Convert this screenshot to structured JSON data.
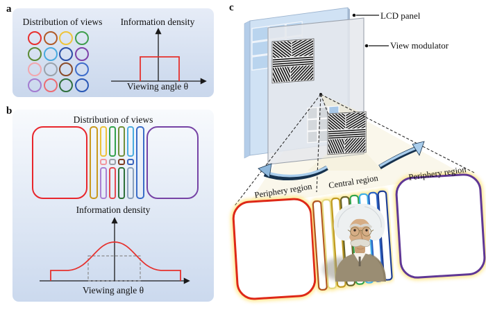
{
  "figure": {
    "panel_a": {
      "label": "a",
      "views_title": "Distribution of views",
      "density_title": "Information density",
      "x_axis_label": "Viewing angle θ",
      "density_profile": "uniform flat-top",
      "curve_color": "#e6302c",
      "view_circle_colors": [
        [
          "#e8302e",
          "#b05a28",
          "#eec43a",
          "#3f9e4d"
        ],
        [
          "#5a8a34",
          "#49aadf",
          "#2b4fa5",
          "#7e41a8"
        ],
        [
          "#f2a7ae",
          "#9aa2ab",
          "#8a4a28",
          "#3f6dcb"
        ],
        [
          "#a37cd0",
          "#ec6b72",
          "#2f6f3c",
          "#2a58b5"
        ]
      ]
    },
    "panel_b": {
      "label": "b",
      "views_title": "Distribution of views",
      "density_title": "Information density",
      "x_axis_label": "Viewing angle θ",
      "density_profile": "foveated peak at center",
      "curve_color": "#e6302c",
      "periphery_left_color": "#e8262c",
      "periphery_right_color": "#7643a5",
      "view_bars": [
        {
          "type": "full",
          "color": "#c8991e"
        },
        {
          "type": "split",
          "top": "#ecc238",
          "mid": "#f2969e",
          "bottom": "#a980d2"
        },
        {
          "type": "split",
          "top": "#33a14b",
          "mid": "#9aa0a8",
          "bottom": "#e4484e"
        },
        {
          "type": "split",
          "top": "#6f8f3a",
          "mid": "#7e3b1f",
          "bottom": "#2c7039"
        },
        {
          "type": "split",
          "top": "#4aabdf",
          "mid": "#3a63bc",
          "bottom": "#8aa0bc"
        },
        {
          "type": "full",
          "color": "#3a6cc8"
        }
      ]
    },
    "panel_c": {
      "label": "c",
      "lcd_label": "LCD panel",
      "modulator_label": "View modulator",
      "region_labels": [
        "Periphery region",
        "Central region",
        "Periphery region"
      ],
      "periphery_left_color": "#de2817",
      "periphery_right_color": "#5f3795",
      "central_view_colors": [
        "#b0541e",
        "#e4d87e",
        "#c09a20",
        "#6a6428",
        "#32a44c",
        "#3fb0e8",
        "#2a62c4",
        "#1e3f96"
      ],
      "glow_color": "#ffe682"
    }
  }
}
